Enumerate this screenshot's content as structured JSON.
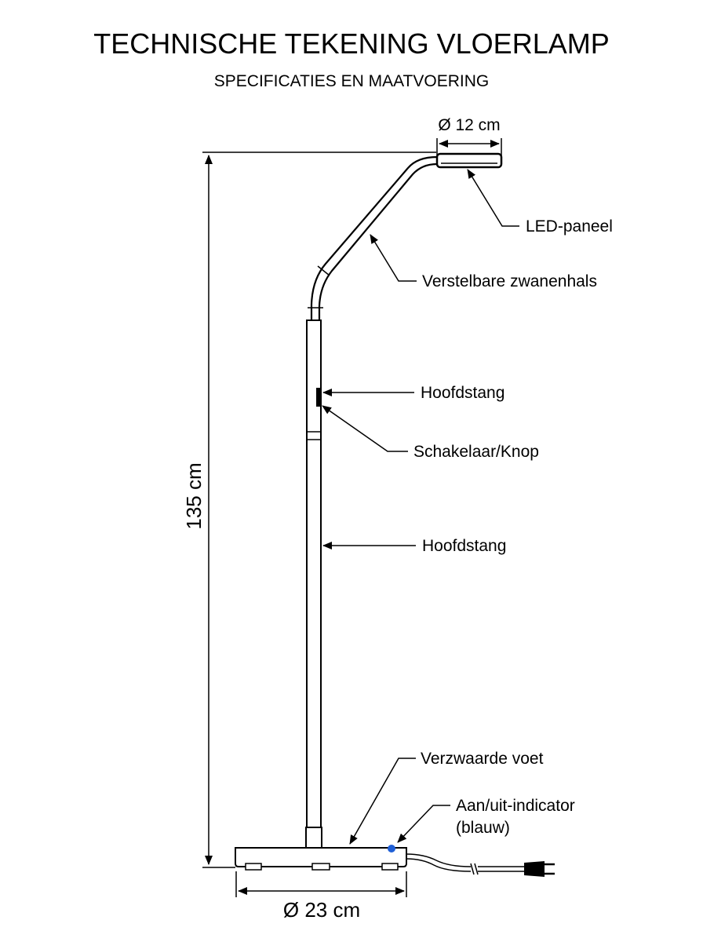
{
  "header": {
    "title": "TECHNISCHE TEKENING VLOERLAMP",
    "subtitle": "SPECIFICATIES EN MAATVOERING"
  },
  "dimensions": {
    "head_diameter": "Ø 12 cm",
    "height": "135 cm",
    "base_diameter": "Ø 23 cm"
  },
  "callouts": {
    "led_panel": "LED-paneel",
    "gooseneck": "Verstelbare zwanenhals",
    "main_pole_upper": "Hoofdstang",
    "switch": "Schakelaar/Knop",
    "main_pole_lower": "Hoofdstang",
    "weighted_base": "Verzwaarde voet",
    "indicator_line1": "Aan/uit-indicator",
    "indicator_line2": "(blauw)"
  },
  "colors": {
    "indicator": "#1f5fd6"
  }
}
